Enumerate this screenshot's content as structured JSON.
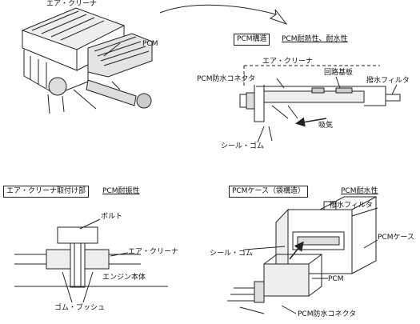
{
  "top_left": {
    "air_cleaner": "エア・クリーナ",
    "pcm": "PCM"
  },
  "top_right": {
    "tab_structure": "PCM構造",
    "tab_resistance": "PCM耐熱性、耐水性",
    "air_cleaner": "エア・クリーナ",
    "circuit_board": "回路基板",
    "connector": "PCM防水コネクタ",
    "filter": "撥水フィルタ",
    "intake": "吸気",
    "seal": "シール・ゴム"
  },
  "bottom_left": {
    "tab_mount": "エア・クリーナ取付け部",
    "tab_vibration": "PCM耐振性",
    "bolt": "ボルト",
    "air_cleaner": "エア・クリーナ",
    "engine": "エンジン本体",
    "bush": "ゴム・ブッシュ"
  },
  "bottom_right": {
    "tab_case": "PCMケース（袋構造）",
    "tab_water": "PCM耐水性",
    "filter": "撥水フィルタ",
    "case": "PCMケース",
    "seal": "シール・ゴム",
    "pcm": "PCM",
    "connector": "PCM防水コネクタ"
  }
}
